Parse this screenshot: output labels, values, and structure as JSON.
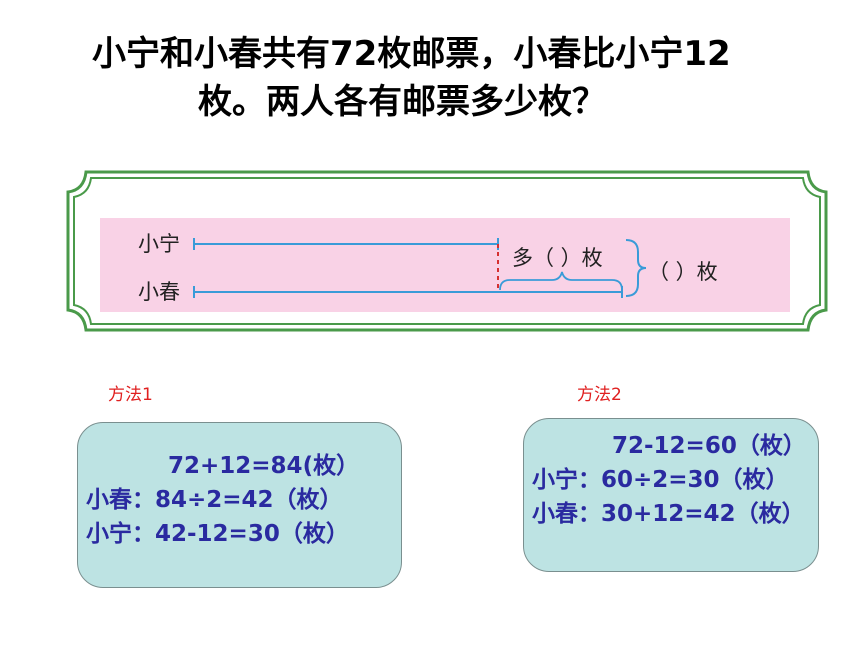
{
  "problem": {
    "line1": "小宁和小春共有72枚邮票，小春比小宁12",
    "line2": "枚。两人各有邮票多少枚？"
  },
  "diagram": {
    "label_xiaoning": "小宁",
    "label_xiaochun": "小春",
    "more_label": "多（    ）枚",
    "total_label": "（    ）枚",
    "line_color": "#3a9bd8",
    "background_color": "#f9d2e6",
    "frame_color": "#4a9a4a"
  },
  "method1": {
    "label": "方法1",
    "lines": [
      "72+12=84(枚）",
      "小春：84÷2=42（枚）",
      "小宁：42-12=30（枚）"
    ]
  },
  "method2": {
    "label": "方法2",
    "lines": [
      "72-12=60（枚）",
      "小宁：60÷2=30（枚）",
      "小春：30+12=42（枚）"
    ]
  }
}
